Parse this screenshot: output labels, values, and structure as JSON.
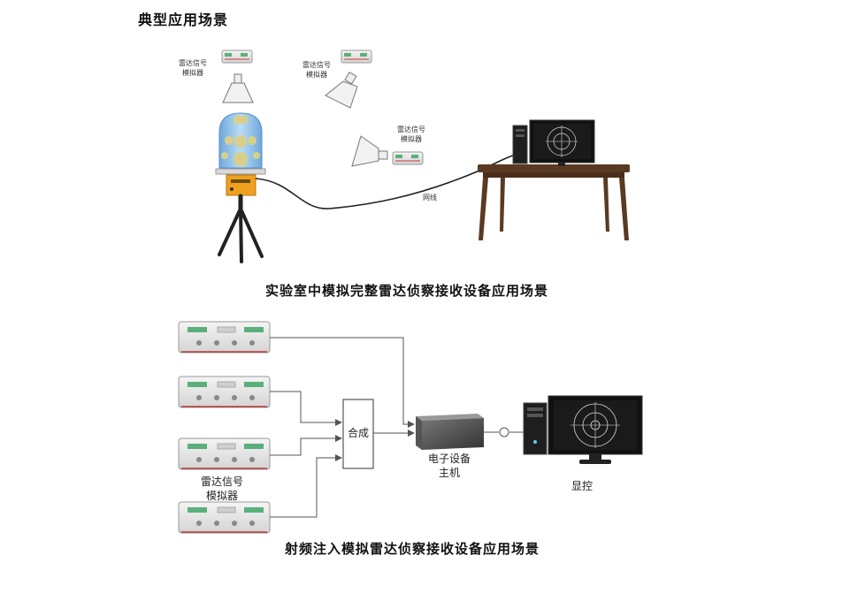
{
  "heading": "典型应用场景",
  "scene1": {
    "caption": "实验室中模拟完整雷达侦察接收设备应用场景",
    "simulator_label_line1": "雷达信号",
    "simulator_label_line2": "模拟器",
    "cable_label": "网线"
  },
  "scene2": {
    "caption": "射频注入模拟雷达侦察接收设备应用场景",
    "combiner_label": "合成",
    "host_label_line1": "电子设备",
    "host_label_line2": "主机",
    "simulator_label_line1": "雷达信号",
    "simulator_label_line2": "模拟器",
    "display_label": "显控"
  },
  "colors": {
    "antenna_dome": "#8fbfe8",
    "antenna_base": "#f0a020",
    "table_wood": "#5a3a22",
    "screen_bg": "#1a1a1a",
    "line": "#555555"
  }
}
